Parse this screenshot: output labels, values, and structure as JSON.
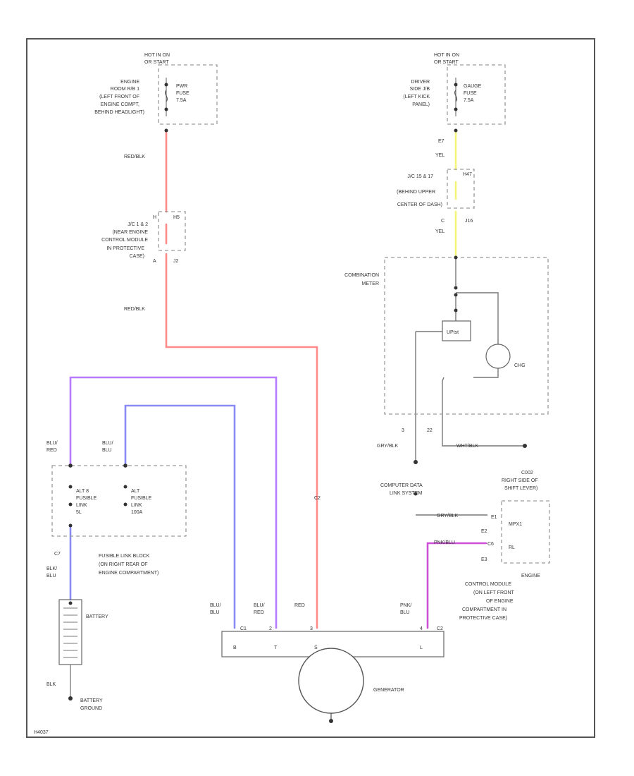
{
  "colors": {
    "red_black": "#ff8a8a",
    "blue_red": "#b77bff",
    "blue_blue": "#8a8af5",
    "yellow": "#f4f47a",
    "pink_blue": "#cc4fd6",
    "red": "#ff7d7d",
    "gray_wire": "#777777"
  },
  "left_top": {
    "hot": [
      "HOT IN ON",
      "OR START"
    ],
    "location": [
      "ENGINE",
      "ROOM R/B 1",
      "(LEFT FRONT OF",
      "ENGINE COMPT,",
      "BEHIND HEADLIGHT)"
    ],
    "fuse": [
      "PWR",
      "FUSE",
      "7.5A"
    ]
  },
  "right_top": {
    "hot": [
      "HOT IN ON",
      "OR START"
    ],
    "location": [
      "DRIVER",
      "SIDE J/B",
      "(LEFT KICK",
      "PANEL)"
    ],
    "fuse": [
      "GAUGE",
      "FUSE",
      "7.5A"
    ]
  },
  "wire_labels": {
    "red_blk_1": "RED/BLK",
    "red_blk_2": "RED/BLK",
    "yel_1": "YEL",
    "yel_2": "YEL",
    "term_e7": "E7",
    "term_c": "C",
    "term_j16": "J16",
    "term_h47": "H47",
    "blu_red": [
      "BLU/",
      "RED"
    ],
    "blu_blu": [
      "BLU/",
      "BLU"
    ],
    "blk_blu": [
      "BLK/",
      "BLU"
    ],
    "term_c7": "C7",
    "grn_blk_1": "GRY/BLK",
    "grn_blk_2": "GRY/BLK",
    "wht_blk": "WHT/BLK",
    "pnk_blu": "PNK/BLU",
    "blk": "BLK",
    "t3": "3",
    "t22": "22",
    "red": "RED",
    "c2": "C2"
  },
  "jc_left": {
    "lines": [
      "J/C 1 & 2",
      "(NEAR ENGINE",
      "CONTROL MODULE",
      "IN PROTECTIVE",
      "CASE)"
    ],
    "terms": [
      "H",
      "H5",
      "A",
      "J2"
    ]
  },
  "jc_right": {
    "lines": [
      "J/C 15 & 17",
      "(BEHIND UPPER",
      "CENTER OF DASH)"
    ]
  },
  "combination_meter": {
    "label": [
      "COMBINATION",
      "METER"
    ],
    "relay": "UPtst",
    "lamp": "CHG"
  },
  "fusible": {
    "alt": [
      "ALT 8",
      "FUSIBLE",
      "LINK",
      "5L"
    ],
    "alt2": [
      "ALT",
      "FUSIBLE",
      "LINK",
      "100A"
    ],
    "block": [
      "FUSIBLE LINK BLOCK",
      "(ON RIGHT REAR OF",
      "ENGINE COMPARTMENT)"
    ]
  },
  "battery": {
    "label": "BATTERY",
    "ground": [
      "BATTERY",
      "GROUND"
    ]
  },
  "generator": {
    "label": "GENERATOR",
    "left_wires": [
      [
        "BLU/",
        "BLU"
      ],
      [
        "BLU/",
        "RED"
      ]
    ],
    "pins": [
      "B",
      "T",
      "S",
      "L"
    ],
    "pin_nums": [
      "C1",
      "2",
      "3",
      "4",
      "C2"
    ],
    "pink": [
      "PNK/",
      "BLU"
    ]
  },
  "data_link": {
    "label": [
      "COMPUTER DATA",
      "LINK SYSTEM"
    ]
  },
  "ecm_top": {
    "label": [
      "C002",
      "RIGHT SIDE OF",
      "SHIFT LEVER)"
    ]
  },
  "ecm": {
    "box_label": "MPX1",
    "rl": "RL",
    "pins": [
      "E1",
      "E2",
      "E3",
      "C6"
    ],
    "label": [
      "ENGINE",
      "CONTROL MODULE",
      "(ON LEFT FRONT",
      "OF ENGINE",
      "COMPARTMENT IN",
      "PROTECTIVE CASE)"
    ]
  },
  "footer": "H4037"
}
